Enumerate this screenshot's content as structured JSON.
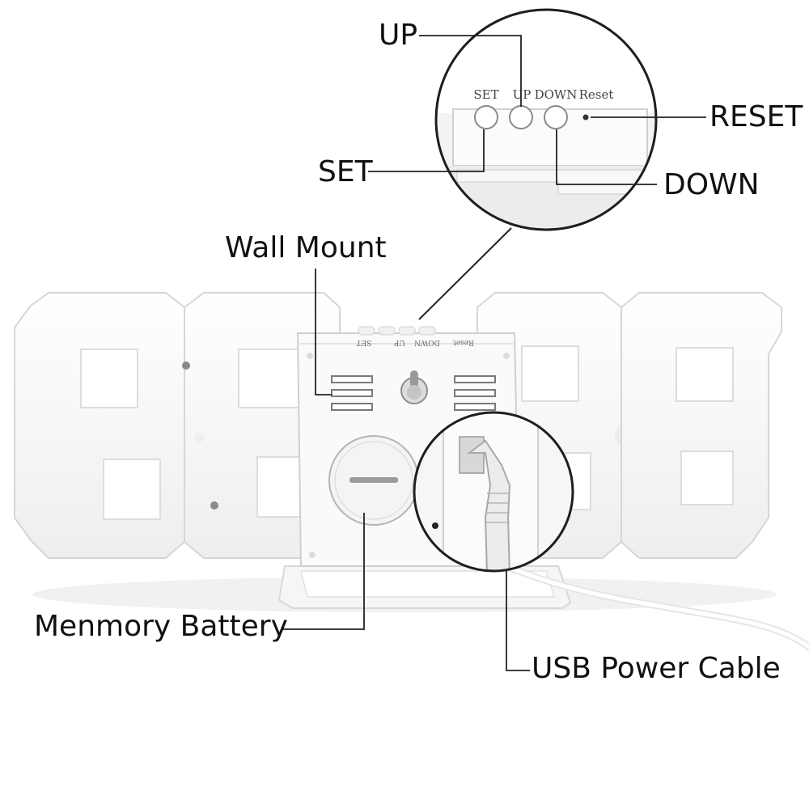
{
  "callouts": {
    "up": "UP",
    "set": "SET",
    "reset": "RESET",
    "down": "DOWN",
    "wall_mount": "Wall Mount",
    "battery": "Menmory Battery",
    "usb_cable": "USB Power Cable"
  },
  "zoom_panel": {
    "set": "SET",
    "up": "UP",
    "down": "DOWN",
    "reset": "Reset"
  },
  "back_panel": {
    "reset": "Reset",
    "down": "DOWN",
    "up": "UP",
    "set": "SET"
  },
  "colors": {
    "background": "#ffffff",
    "clock_body": "#fbfbfb",
    "window": "#ffffff",
    "outline": "#d9d9d9",
    "leader_line": "#222222",
    "zoom_ring": "#1e1e1e"
  }
}
